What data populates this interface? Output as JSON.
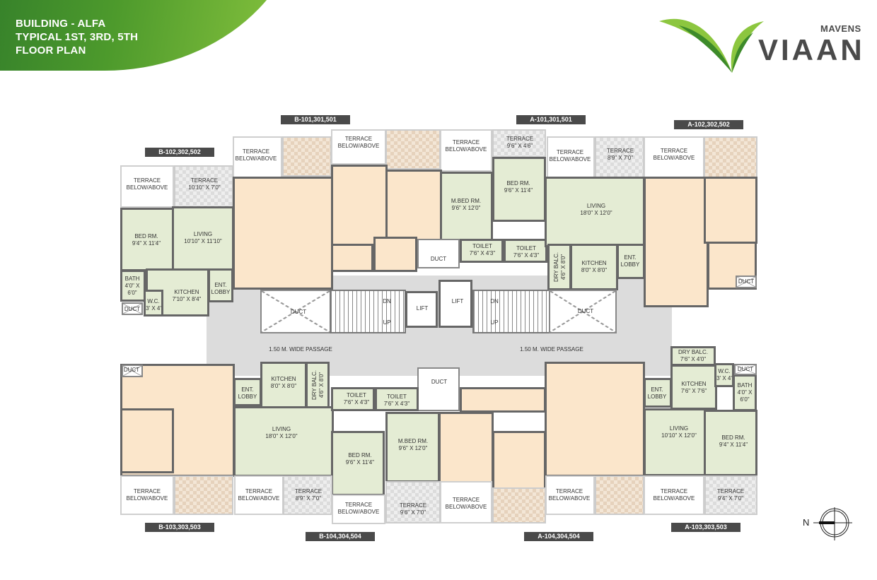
{
  "header": {
    "title_lines": [
      "BUILDING - ALFA",
      "TYPICAL 1ST, 3RD, 5TH",
      "FLOOR PLAN"
    ],
    "colors": {
      "dark_green": "#2f7a2a",
      "light_green": "#8cc63f",
      "tag_gray": "#4a4a4a",
      "unit_green": "#e4ecd4",
      "unit_peach": "#fbe6cb",
      "passage_gray": "#dcdcdc"
    }
  },
  "logo": {
    "brand_small": "MAVENS",
    "brand_big": "VIAAN",
    "icon": "leaf-v-logo-icon"
  },
  "unit_tags": {
    "b102": "B-102,302,502",
    "b101": "B-101,301,501",
    "a101": "A-101,301,501",
    "a102": "A-102,302,502",
    "b103": "B-103,303,503",
    "b104": "B-104,304,504",
    "a104": "A-104,304,504",
    "a103": "A-103,303,503"
  },
  "rooms": {
    "terrace_ba": "TERRACE\nBELOW/ABOVE",
    "terrace_1010x70": "TERRACE\n10'10\" X 7'0\"",
    "terrace_96x46": "TERRACE\n9'6\" X 4'6\"",
    "terrace_89x70": "TERRACE\n8'9\" X 7'0\"",
    "terrace_96x70": "TERRACE\n9'6\" X 7'0\"",
    "terrace_94x70": "TERRACE\n9'4\" X 7'0\"",
    "bed_94x114": "BED RM.\n9'4\" X 11'4\"",
    "bed_96x114": "BED RM.\n9'6\" X 11'4\"",
    "mbed_96x120": "M.BED RM.\n9'6\" X 12'0\"",
    "living_1010x1110": "LIVING\n10'10\" X 11'10\"",
    "living_1010x120": "LIVING\n10'10\" X 12'0\"",
    "living_180x120": "LIVING\n18'0\" X 12'0\"",
    "kitchen_710x84": "KITCHEN\n7'10\" X 8'4\"",
    "kitchen_80x80": "KITCHEN\n8'0\" X 8'0\"",
    "kitchen_76x76": "KITCHEN\n7'6\" X 7'6\"",
    "bath_40x60": "BATH\n4'0\" X\n6'0\"",
    "wc_3x4": "W.C.\n3' X 4'",
    "toilet_76x43": "TOILET\n7'6\" X 4'3\"",
    "dry_balc_46x80": "DRY BALC.\n4'6\" X 8'0\"",
    "dry_balc_76x40": "DRY BALC.\n7'6\" X 4'0\"",
    "ent_lobby": "ENT.\nLOBBY",
    "duct": "DUCT",
    "lift": "LIFT",
    "dn": "DN",
    "up": "UP",
    "passage": "1.50 M. WIDE PASSAGE"
  },
  "compass": {
    "label": "N",
    "icon": "north-arrow-icon"
  }
}
